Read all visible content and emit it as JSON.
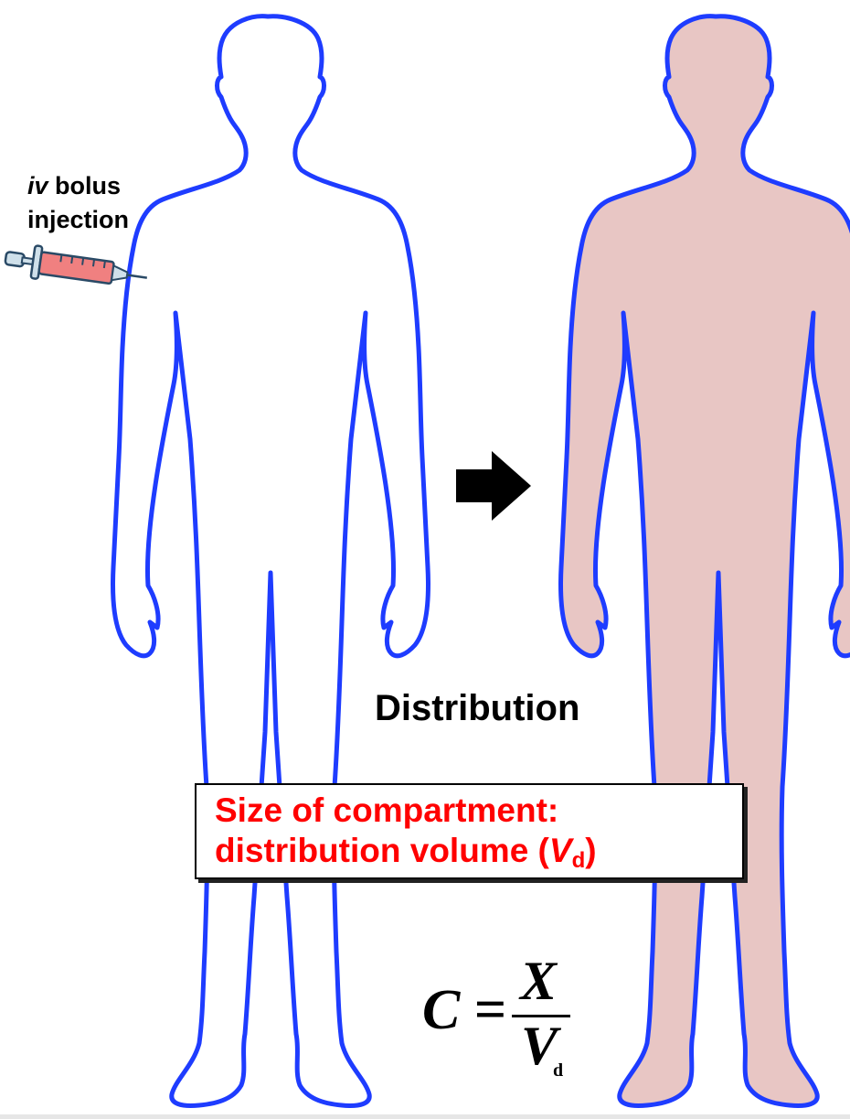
{
  "injection": {
    "label_route": "iv",
    "label_rest": " bolus",
    "label_line2": "injection"
  },
  "process_label": "Distribution",
  "compartment_box": {
    "line1": "Size of compartment:",
    "line2_prefix": "distribution volume (",
    "symbol": "V",
    "subscript": "d",
    "line2_suffix": ")"
  },
  "formula": {
    "lhs": "C",
    "equals": "=",
    "numerator": "X",
    "denominator": "V",
    "denominator_subscript": "d"
  },
  "colors": {
    "outline": "#1e3cff",
    "fill_after": "#e8c6c4",
    "accent_text": "#ff0000"
  }
}
